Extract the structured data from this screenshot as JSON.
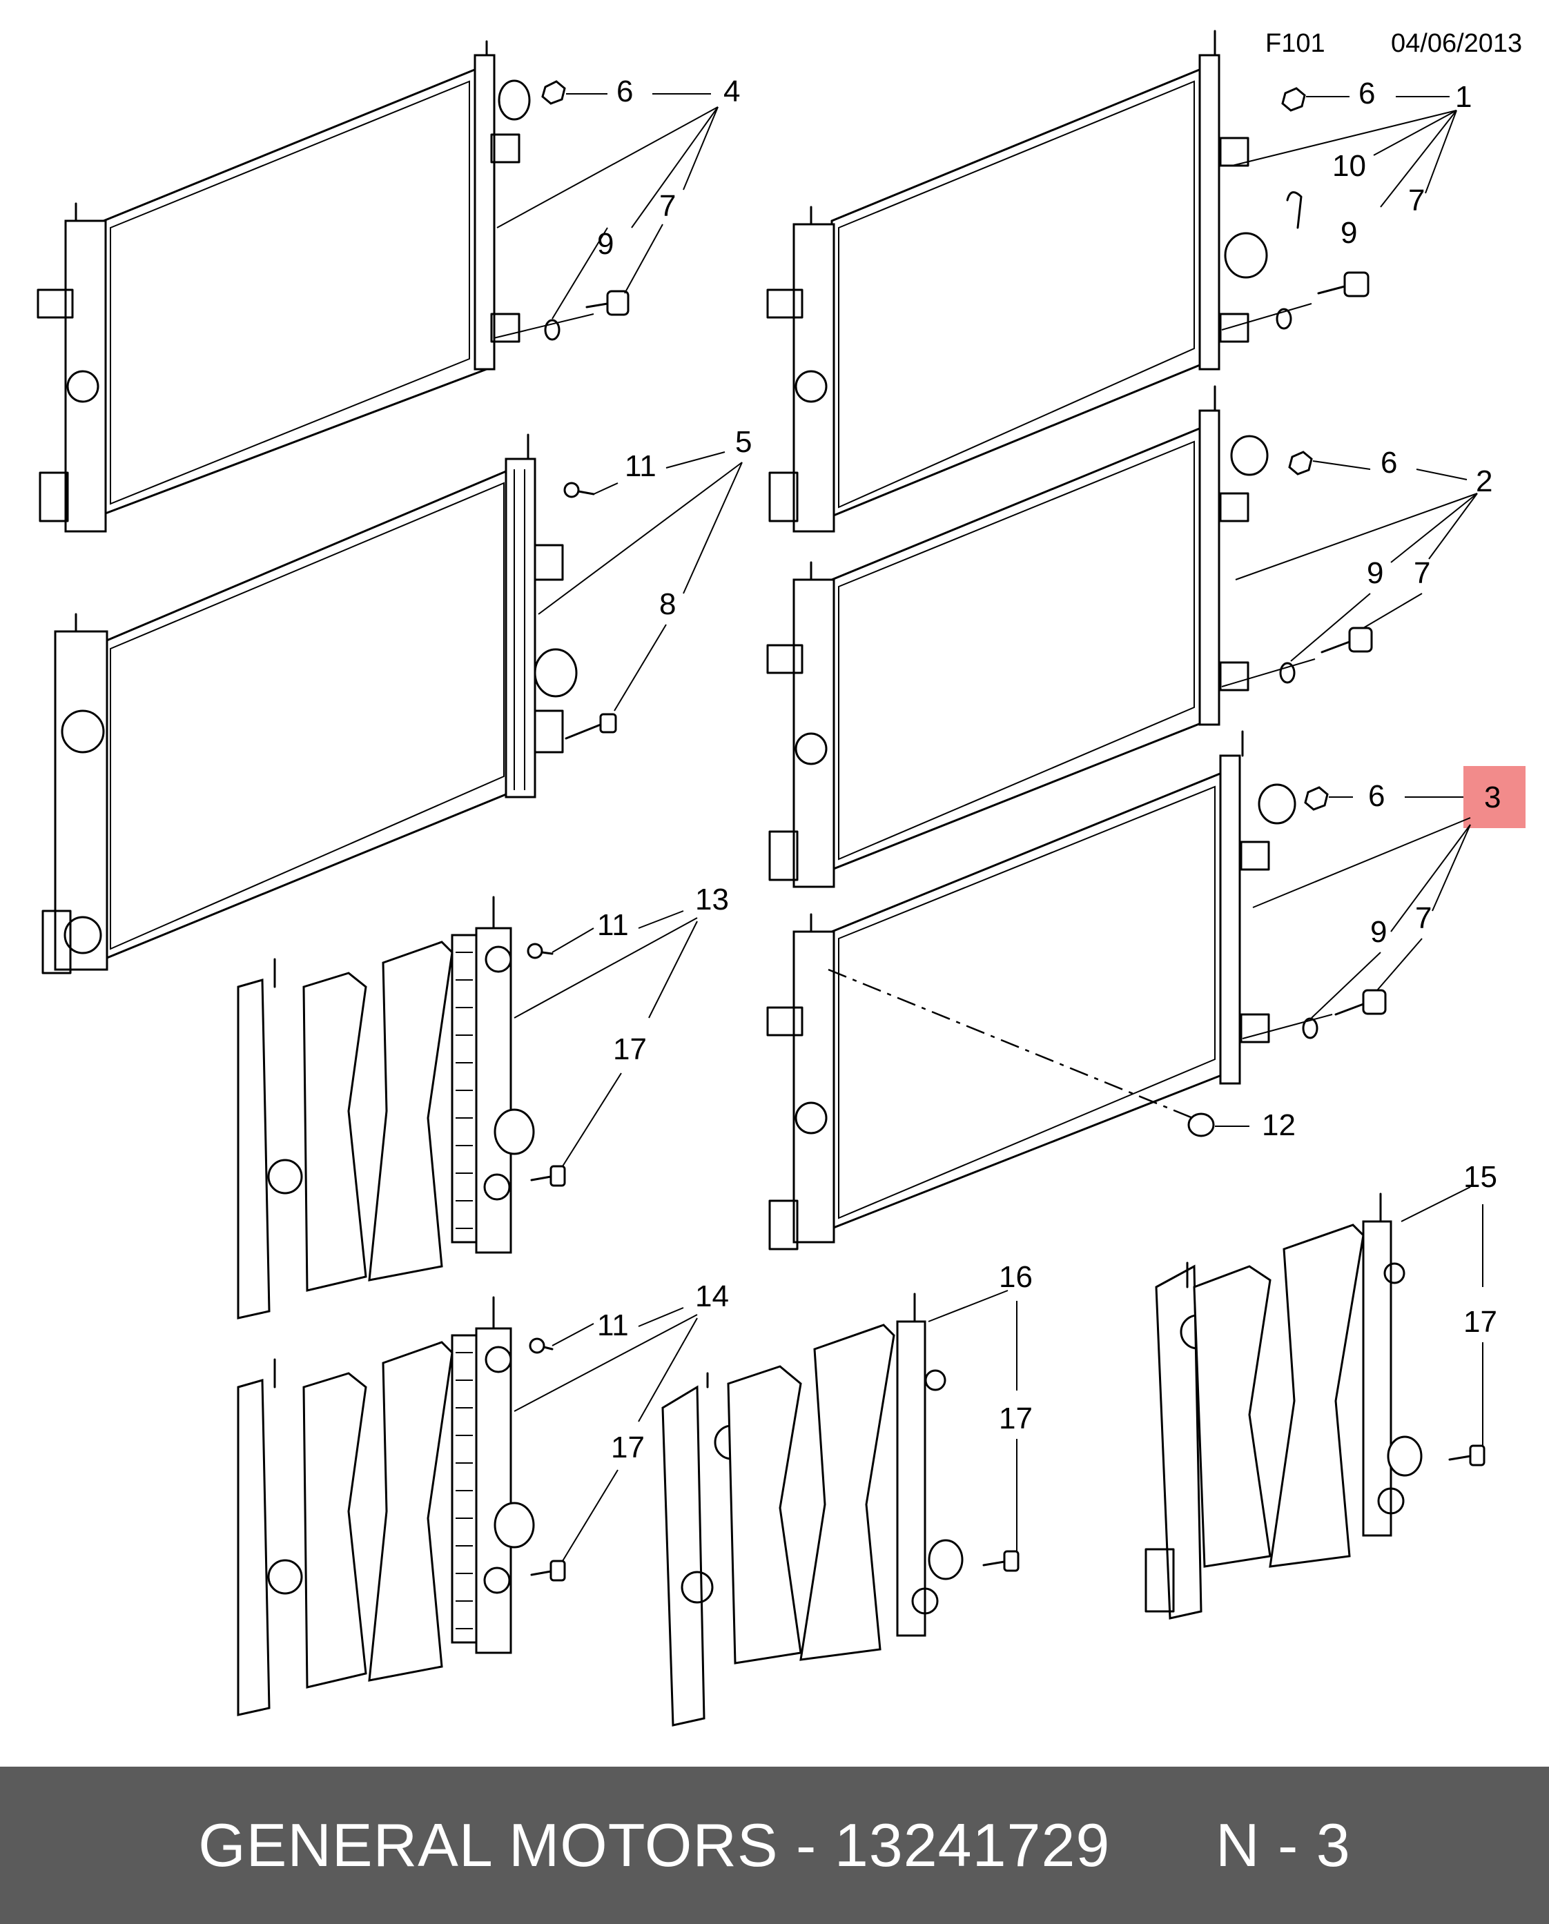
{
  "header": {
    "code": "F101",
    "date": "04/06/2013"
  },
  "callouts": {
    "c1": "1",
    "c2": "2",
    "c3": "3",
    "c4": "4",
    "c5": "5",
    "c6a": "6",
    "c6b": "6",
    "c6c": "6",
    "c6d": "6",
    "c7a": "7",
    "c7b": "7",
    "c7c": "7",
    "c7d": "7",
    "c8": "8",
    "c9a": "9",
    "c9b": "9",
    "c9c": "9",
    "c9d": "9",
    "c10": "10",
    "c11a": "11",
    "c11b": "11",
    "c11c": "11",
    "c12": "12",
    "c13": "13",
    "c14": "14",
    "c15": "15",
    "c16": "16",
    "c17a": "17",
    "c17b": "17",
    "c17c": "17",
    "c17d": "17"
  },
  "highlight": {
    "callout": "3",
    "color": "#f28b8b"
  },
  "footer": {
    "brand": "GENERAL MOTORS",
    "separator": " - ",
    "part_number": "13241729",
    "position_label": "N - 3"
  },
  "colors": {
    "footer_bg": "#5b5b5b",
    "footer_text": "#ffffff",
    "line": "#000000"
  }
}
